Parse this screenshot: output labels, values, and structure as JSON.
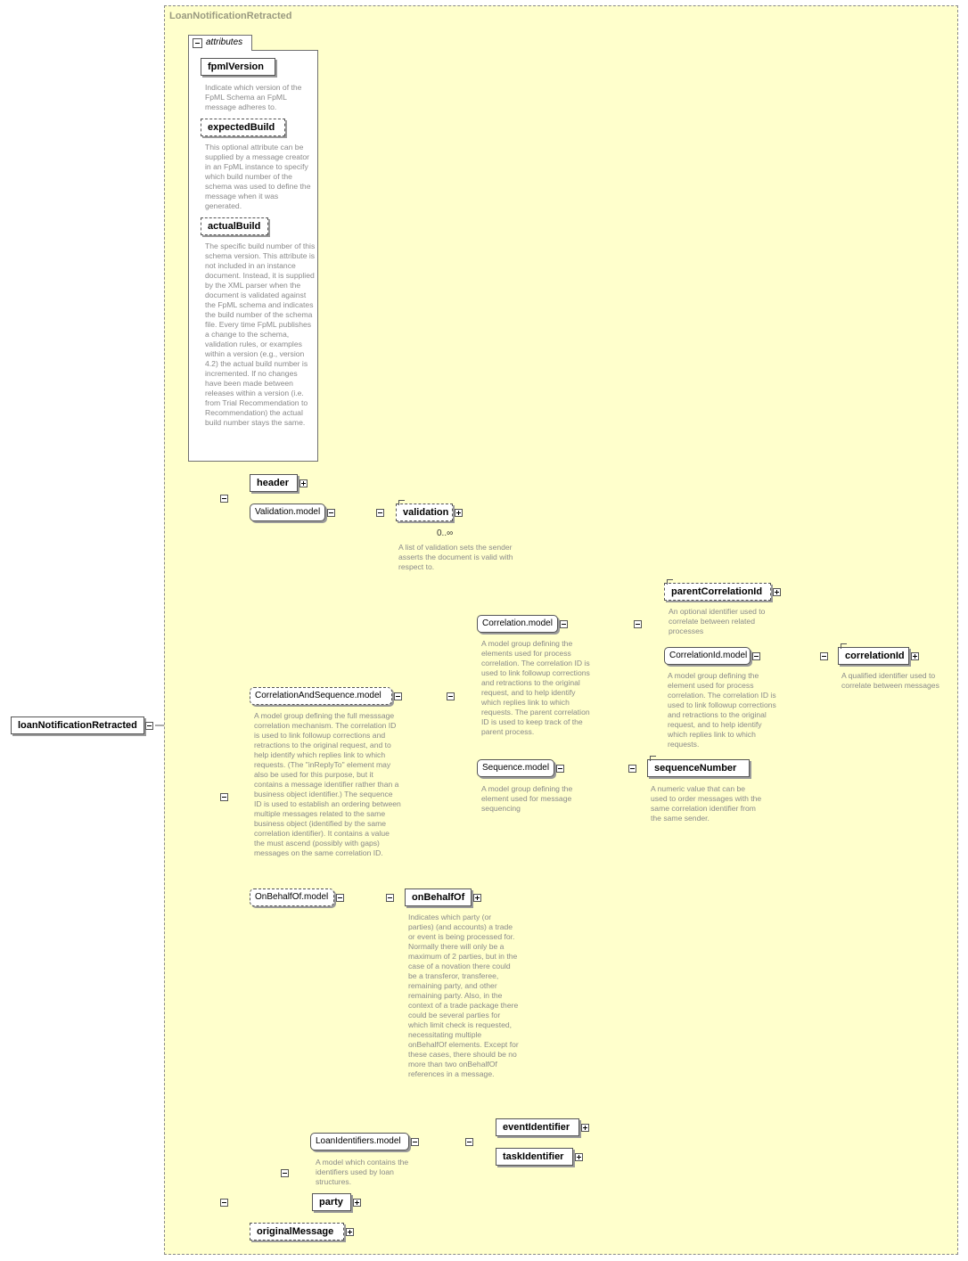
{
  "type_name": "LoanNotificationRetracted",
  "root": {
    "label": "loanNotificationRetracted"
  },
  "attributes": {
    "tab_label": "attributes",
    "items": [
      {
        "name": "fpmlVersion",
        "desc": "Indicate which version of the FpML Schema an FpML message adheres to."
      },
      {
        "name": "expectedBuild",
        "desc": "This optional attribute can be supplied by a message creator in an FpML instance to specify which build number of the schema was used to define the message when it was generated."
      },
      {
        "name": "actualBuild",
        "desc": "The specific build number of this schema version. This attribute is not included in an instance document. Instead, it is supplied by the XML parser when the document is validated against the FpML schema and indicates the build number of the schema file. Every time FpML publishes a change to the schema, validation rules, or examples within a version (e.g., version 4.2) the actual build number is incremented. If no changes have been made between releases within a version (i.e. from Trial Recommendation to Recommendation) the actual build number stays the same."
      }
    ]
  },
  "nodes": {
    "header": {
      "label": "header"
    },
    "validation_model": {
      "label": "Validation.model"
    },
    "validation": {
      "label": "validation",
      "occurs": "0..∞",
      "desc": "A list of validation sets the sender asserts the document is valid with respect to."
    },
    "correlation_and_sequence_model": {
      "label": "CorrelationAndSequence.model",
      "desc": "A model group defining the full messsage correlation mechanism. The correlation ID is used to link followup corrections and retractions to the original request, and to help identify which replies link to which requests. (The \"inReplyTo\" element may also be used for this purpose, but it contains a message identifier rather than a business object identifier.) The sequence ID is used to establish an ordering between multiple messages related to the same business object (identified by the same correlation identifier). It contains a value the must ascend (possibly with gaps) messages on the same correlation ID."
    },
    "correlation_model": {
      "label": "Correlation.model",
      "desc": "A model group defining the elements used for process correlation. The correlation ID is used to link followup corrections and retractions to the original request, and to help identify which replies link to which requests. The parent correlation ID is used to keep track of the parent process."
    },
    "parent_correlation_id": {
      "label": "parentCorrelationId",
      "desc": "An optional identifier used to correlate between related processes"
    },
    "correlation_id_model": {
      "label": "CorrelationId.model",
      "desc": "A model group defining the element used for process correlation. The correlation ID is used to link followup corrections and retractions to the original request, and to help identify which replies link to which requests."
    },
    "correlation_id": {
      "label": "correlationId",
      "desc": "A qualified identifier used to correlate between messages"
    },
    "sequence_model": {
      "label": "Sequence.model",
      "desc": "A model group defining the element used for message sequencing"
    },
    "sequence_number": {
      "label": "sequenceNumber",
      "desc": "A numeric value that can be used to order messages with the same correlation identifier from the same sender."
    },
    "on_behalf_of_model": {
      "label": "OnBehalfOf.model"
    },
    "on_behalf_of": {
      "label": "onBehalfOf",
      "desc": "Indicates which party (or parties) (and accounts) a trade or event is being processed for. Normally there will only be a maximum of 2 parties, but in the case of a novation there could be a transferor, transferee, remaining party, and other remaining party. Also, in the context of a trade package there could be several parties for which limit check is requested, necessitating multiple onBehalfOf elements. Except for these cases, there should be no more than two onBehalfOf references in a message."
    },
    "loan_identifiers_model": {
      "label": "LoanIdentifiers.model",
      "desc": "A model which contains the identifiers used by loan structures."
    },
    "event_identifier": {
      "label": "eventIdentifier"
    },
    "task_identifier": {
      "label": "taskIdentifier"
    },
    "party": {
      "label": "party"
    },
    "original_message": {
      "label": "originalMessage"
    }
  },
  "colors": {
    "type_background": "#ffffcc",
    "border": "#555555",
    "description_text": "#8a8a8a"
  }
}
